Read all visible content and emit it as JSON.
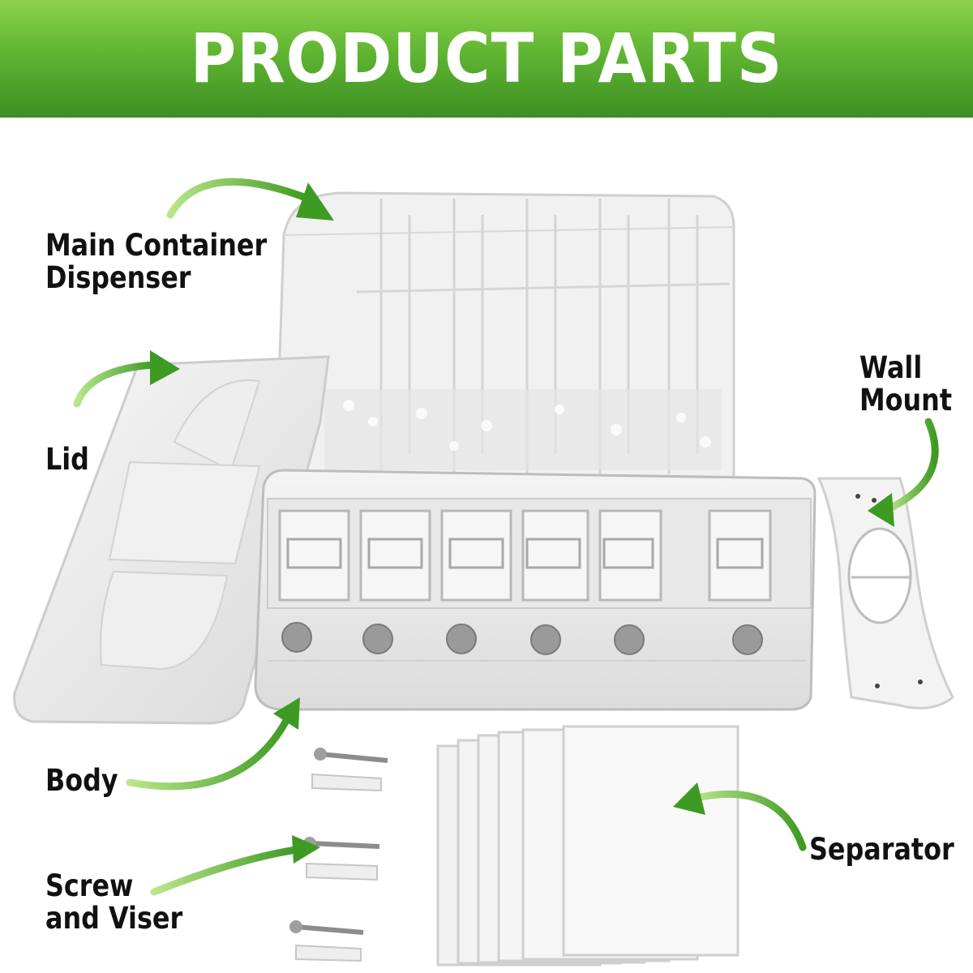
{
  "banner": {
    "title": "PRODUCT PARTS"
  },
  "labels": {
    "main_container": [
      "Main Container",
      "Dispenser"
    ],
    "lid": "Lid",
    "wall_mount": [
      "Wall",
      "Mount"
    ],
    "body": "Body",
    "screw": [
      "Screw",
      "and Viser"
    ],
    "separator": "Separator"
  },
  "colors": {
    "banner_top": "#8dd24a",
    "banner_bottom": "#3c8f23",
    "arrow_green": "#4caf2a",
    "label_text": "#111111"
  },
  "icons": [
    "curved-arrow-icon"
  ]
}
